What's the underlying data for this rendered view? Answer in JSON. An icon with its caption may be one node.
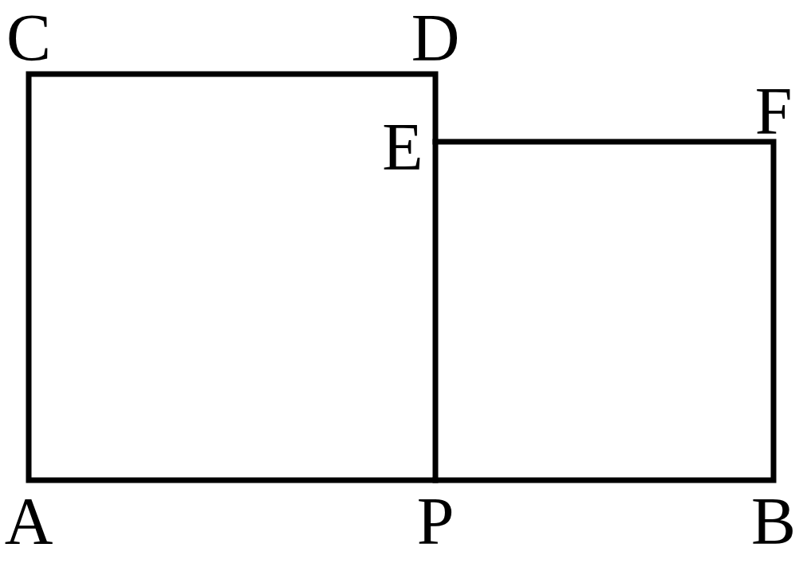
{
  "diagram": {
    "labels": [
      "C",
      "D",
      "E",
      "F",
      "A",
      "P",
      "B"
    ]
  }
}
